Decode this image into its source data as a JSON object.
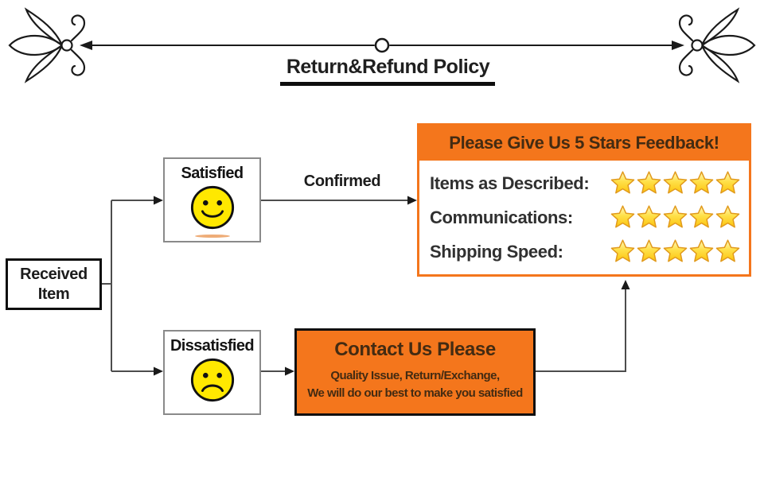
{
  "header": {
    "title": "Return&Refund Policy"
  },
  "flow": {
    "received_line1": "Received",
    "received_line2": "Item",
    "satisfied_label": "Satisfied",
    "dissatisfied_label": "Dissatisfied",
    "confirmed_label": "Confirmed"
  },
  "feedback": {
    "title": "Please Give Us 5 Stars Feedback!",
    "rows": [
      {
        "label": "Items as Described:",
        "stars": 5
      },
      {
        "label": "Communications:",
        "stars": 5
      },
      {
        "label": "Shipping Speed:",
        "stars": 5
      }
    ]
  },
  "contact": {
    "title": "Contact Us Please",
    "line1": "Quality Issue, Return/Exchange,",
    "line2": "We will do our best to make you satisfied"
  },
  "icons": {
    "happy_face": "happy-face-icon",
    "sad_face": "sad-face-icon",
    "star": "star-icon",
    "flourish": "floral-flourish-icon"
  },
  "colors": {
    "orange": "#f4761c",
    "on_orange_text": "#432b12",
    "star_gold": "#ffd914",
    "star_edge": "#e19a1c",
    "smiley_yellow": "#ffe800",
    "connector_gray": "#4d4d4d",
    "ink_black": "#141414"
  }
}
